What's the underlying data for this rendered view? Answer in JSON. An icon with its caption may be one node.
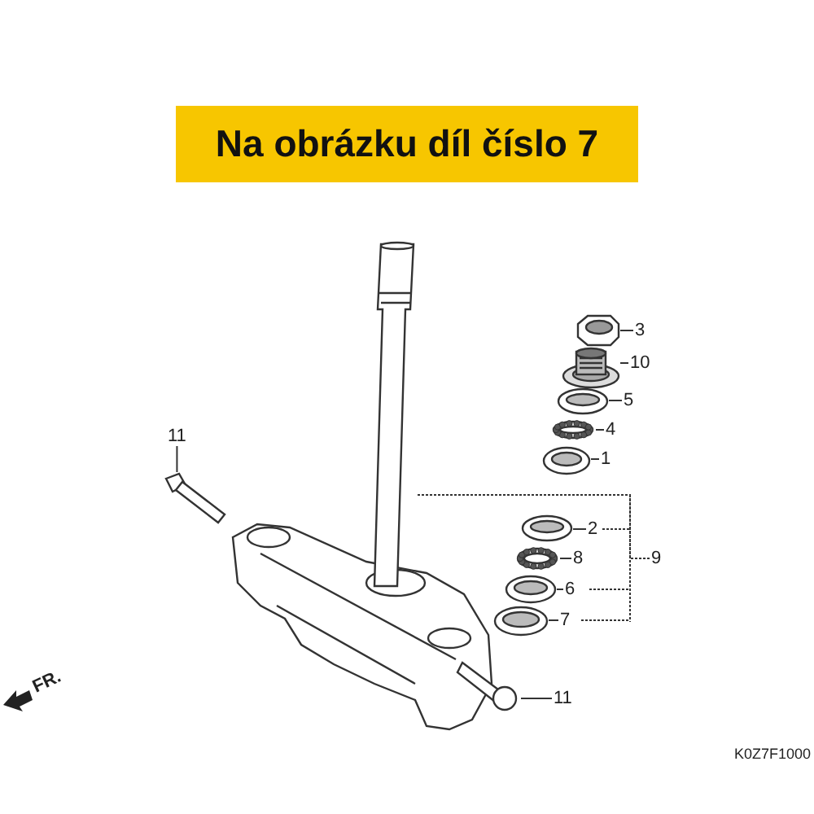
{
  "diagram": {
    "title": "Na obrázku díl číslo 7",
    "nodes": [
      {
        "text": [
          "3"
        ]
      },
      {
        "text": [
          "10"
        ]
      },
      {
        "text": [
          "5"
        ]
      },
      {
        "text": [
          "4"
        ]
      },
      {
        "text": [
          "1"
        ]
      },
      {
        "text": [
          "2"
        ]
      },
      {
        "text": [
          "8"
        ]
      },
      {
        "text": [
          "6"
        ]
      },
      {
        "text": [
          "7"
        ]
      },
      {
        "text": [
          "9"
        ]
      },
      {
        "text": [
          "11"
        ]
      },
      {
        "text": [
          "11"
        ]
      },
      {
        "text": [],
        "shape": "picture"
      },
      {
        "text": [],
        "shape": "picture"
      },
      {
        "text": [],
        "shape": "picture"
      },
      {
        "text": [],
        "shape": "picture"
      },
      {
        "text": [],
        "shape": "picture"
      },
      {
        "text": [],
        "shape": "picture"
      },
      {
        "text": [],
        "shape": "picture"
      },
      {
        "text": [],
        "shape": "picture"
      },
      {
        "text": [],
        "shape": "picture"
      },
      {
        "text": [],
        "shape": "picture"
      },
      {
        "text": [],
        "shape": "picture"
      },
      {
        "text": [],
        "shape": "picture"
      }
    ],
    "edges": [
      {
        "from": 0,
        "to": 12,
        "arrow": "none"
      },
      {
        "from": 1,
        "to": 13,
        "arrow": "none"
      },
      {
        "from": 2,
        "to": 14,
        "arrow": "none"
      },
      {
        "from": 3,
        "to": 15,
        "arrow": "none"
      },
      {
        "from": 4,
        "to": 16,
        "arrow": "none"
      },
      {
        "from": 5,
        "to": 17,
        "arrow": "none"
      },
      {
        "from": 6,
        "to": 18,
        "arrow": "none"
      },
      {
        "from": 7,
        "to": 19,
        "arrow": "none"
      },
      {
        "from": 8,
        "to": 20,
        "arrow": "none"
      },
      {
        "from": 9,
        "to": 21,
        "arrow": "none",
        "style": "dashed"
      },
      {
        "from": 10,
        "to": 22,
        "arrow": "none"
      },
      {
        "from": 11,
        "to": 23,
        "arrow": "none"
      }
    ],
    "labels": [
      "FR.",
      "K0Z7F1000"
    ]
  }
}
